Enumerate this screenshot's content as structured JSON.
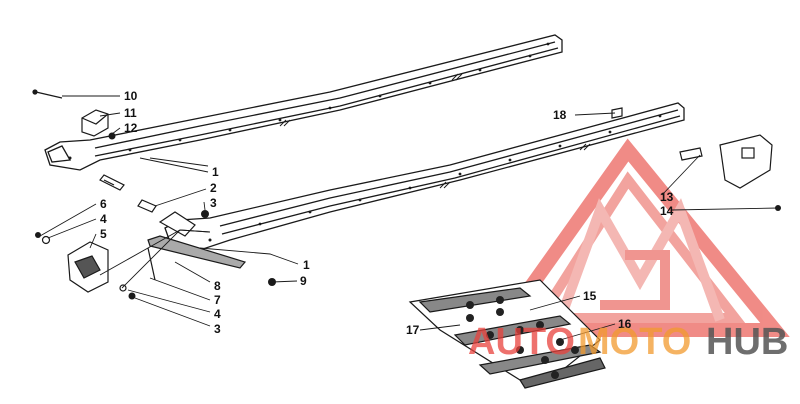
{
  "callouts": {
    "c1a": "1",
    "c1b": "1",
    "c2": "2",
    "c3a": "3",
    "c3b": "3",
    "c4a": "4",
    "c4b": "4",
    "c5": "5",
    "c6": "6",
    "c7": "7",
    "c8": "8",
    "c9": "9",
    "c10": "10",
    "c11": "11",
    "c12": "12",
    "c13": "13",
    "c14": "14",
    "c15": "15",
    "c16": "16",
    "c17": "17",
    "c18": "18"
  },
  "watermark": {
    "part1": "AUTO",
    "part2": "MOTO",
    "part3": "HUB",
    "color_red": "#e8413c",
    "color_orange": "#f29a2e",
    "color_dark": "#555555"
  },
  "colors": {
    "line": "#1a1a1a",
    "wear_strip": "#888888"
  }
}
